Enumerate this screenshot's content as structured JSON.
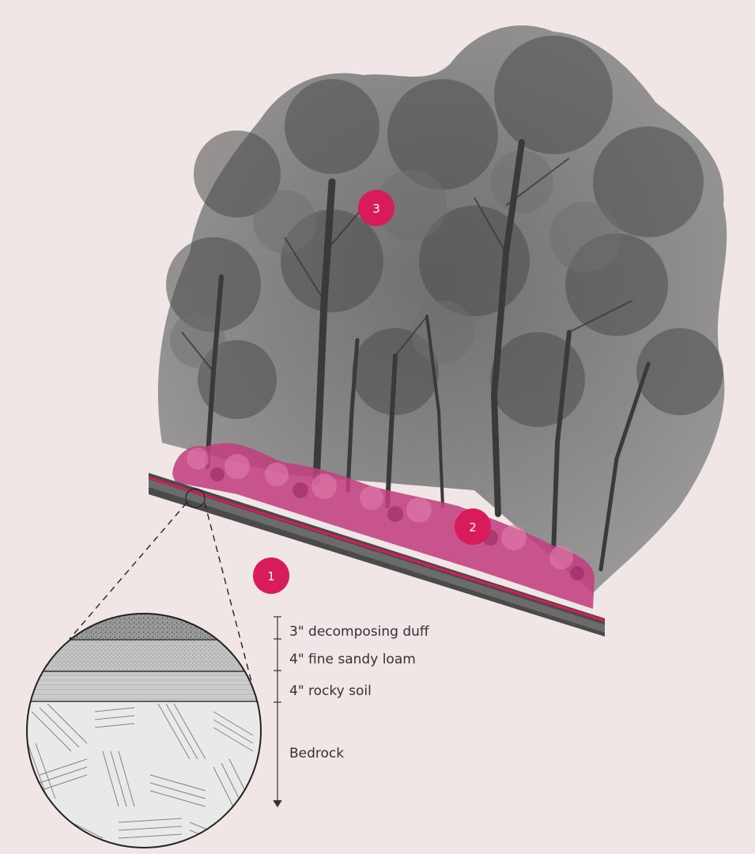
{
  "markers": [
    {
      "id": "1",
      "label": "1"
    },
    {
      "id": "2",
      "label": "2"
    },
    {
      "id": "3",
      "label": "3"
    }
  ],
  "soil_layers": [
    {
      "label": "3\" decomposing duff"
    },
    {
      "label": "4\" fine sandy loam"
    },
    {
      "label": "4\" rocky soil"
    },
    {
      "label": "Bedrock"
    }
  ],
  "colors": {
    "background": "#efe6e5",
    "accent": "#d81b5a",
    "understory": "#c2407f",
    "ink": "#333333"
  }
}
